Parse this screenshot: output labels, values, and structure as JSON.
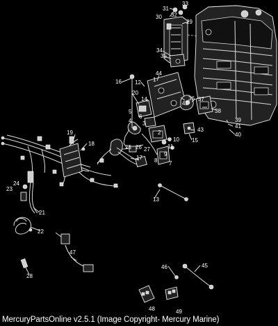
{
  "caption": "MercuryPartsOnline v2.5.1 (Image Copyright- Mercury Marine)",
  "callouts": [
    "1",
    "2",
    "3",
    "4",
    "5",
    "6",
    "7",
    "8",
    "9",
    "10",
    "11",
    "12",
    "13",
    "14",
    "15",
    "16",
    "17",
    "18",
    "19",
    "20",
    "21",
    "22",
    "23",
    "24",
    "25",
    "26",
    "27",
    "28",
    "29",
    "30",
    "31",
    "32",
    "33",
    "34",
    "35",
    "36",
    "37",
    "38",
    "39",
    "40",
    "41",
    "42",
    "43",
    "44",
    "45",
    "46",
    "47",
    "48",
    "49"
  ],
  "colors": {
    "background": "#000000",
    "lines": "#ffffff"
  }
}
